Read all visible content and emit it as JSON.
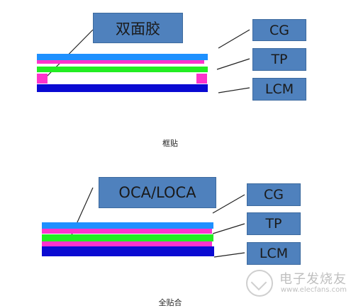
{
  "diagram_top": {
    "label": "双面胶",
    "layers": [
      "CG",
      "TP",
      "LCM"
    ],
    "caption": "框贴"
  },
  "diagram_bottom": {
    "label": "OCA/LOCA",
    "layers": [
      "CG",
      "TP",
      "LCM"
    ],
    "caption": "全贴合"
  },
  "colors": {
    "cg": "#1e90ff",
    "adhesive": "#ff33cc",
    "tp": "#22ee22",
    "lcm": "#0a0ad2",
    "label_box": "#4f81bd"
  },
  "watermark": {
    "name": "电子发烧友",
    "url": "www.elecfans.com"
  }
}
